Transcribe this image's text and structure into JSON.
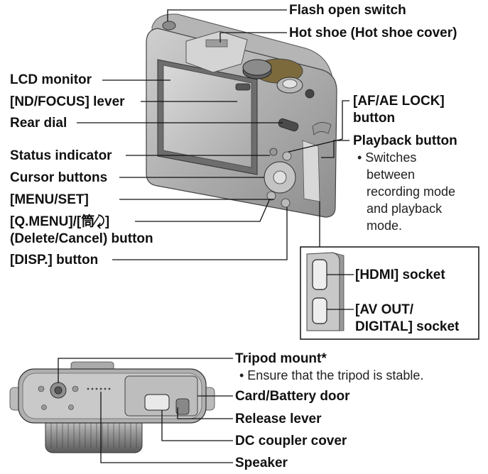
{
  "top_labels": {
    "flash_open_switch": "Flash open switch",
    "hot_shoe": "Hot shoe (Hot shoe cover)",
    "lcd_monitor": "LCD monitor",
    "nd_focus_lever": "[ND/FOCUS] lever",
    "rear_dial": "Rear dial",
    "status_indicator": "Status indicator",
    "cursor_buttons": "Cursor buttons",
    "menu_set": "[MENU/SET]",
    "qmenu_line1": "[Q.MENU]/[筒∕⤸]",
    "qmenu_line2": "(Delete/Cancel) button",
    "disp_button": "[DISP.] button",
    "af_ae_lock_line1": "[AF/AE LOCK]",
    "af_ae_lock_line2": "button",
    "playback_button": "Playback button",
    "playback_note_1": "• Switches",
    "playback_note_2": "between",
    "playback_note_3": "recording mode",
    "playback_note_4": "and playback",
    "playback_note_5": "mode."
  },
  "inset_labels": {
    "hdmi_socket": "[HDMI] socket",
    "av_out_line1": "[AV OUT/",
    "av_out_line2": "DIGITAL] socket"
  },
  "bottom_labels": {
    "tripod_mount": "Tripod mount*",
    "tripod_note": "• Ensure that the tripod is stable.",
    "card_battery_door": "Card/Battery door",
    "release_lever": "Release lever",
    "dc_coupler_cover": "DC coupler cover",
    "speaker": "Speaker"
  }
}
